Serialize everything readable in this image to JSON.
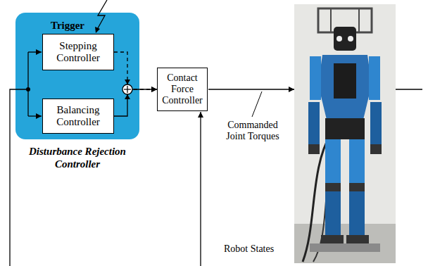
{
  "diagram": {
    "nodes": [
      {
        "text": [
          "Disturbance Rejection Controller"
        ]
      },
      {
        "text": [
          "Stepping Controller"
        ],
        "in": 0
      },
      {
        "text": [
          "Balancing Controller"
        ],
        "in": 0
      },
      {
        "text": [
          "Contact Force Controller"
        ]
      }
    ],
    "edges": [
      {
        "from": 1,
        "to": 3,
        "arrow": "to"
      },
      {
        "from": 2,
        "to": 3,
        "arrow": "to"
      }
    ],
    "labels": [
      "Trigger",
      "Commanded Joint Torques",
      "Robot States"
    ]
  }
}
